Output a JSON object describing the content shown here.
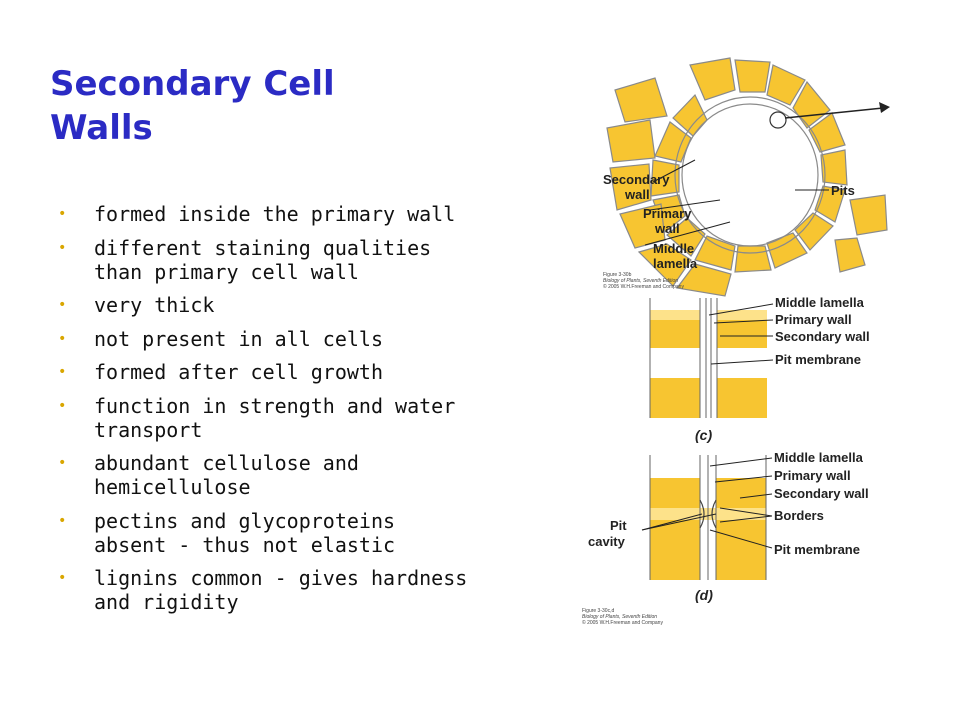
{
  "slide": {
    "title_line1": "Secondary Cell",
    "title_line2": "Walls",
    "bullets": [
      {
        "line1": "formed inside the primary wall"
      },
      {
        "line1": "different staining qualities",
        "line2": "than primary cell wall"
      },
      {
        "line1": "very thick"
      },
      {
        "line1": "not present in all cells"
      },
      {
        "line1": "formed after cell growth"
      },
      {
        "line1": "function in strength and water",
        "line2": "transport"
      },
      {
        "line1": "abundant cellulose and",
        "line2": "hemicellulose"
      },
      {
        "line1": "pectins and glycoproteins",
        "line2": "absent - thus not elastic"
      },
      {
        "line1": "lignins common - gives hardness",
        "line2": "and rigidity"
      }
    ],
    "bullet_glyph": "•",
    "colors": {
      "title": "#2b2bc4",
      "cell_fill": "#f7c531",
      "cell_fill_light": "#fde28a",
      "bullet": "#d9a600"
    }
  },
  "figure_top": {
    "labels": {
      "secondary_1": "Secondary",
      "secondary_2": "wall",
      "primary_1": "Primary",
      "primary_2": "wall",
      "middle_1": "Middle",
      "middle_2": "lamella",
      "pits": "Pits"
    },
    "caption1": "Figure 3-30b",
    "caption2": "Biology of Plants, Seventh Edition",
    "caption3": "© 2005 W.H.Freeman and Company"
  },
  "figure_c": {
    "panel": "(c)",
    "labels": {
      "middle_lamella": "Middle lamella",
      "primary_wall": "Primary wall",
      "secondary_wall": "Secondary wall",
      "pit_membrane": "Pit membrane"
    }
  },
  "figure_d": {
    "panel": "(d)",
    "labels": {
      "middle_lamella": "Middle lamella",
      "primary_wall": "Primary wall",
      "secondary_wall": "Secondary wall",
      "borders": "Borders",
      "pit_membrane": "Pit membrane",
      "pit_1": "Pit",
      "pit_2": "cavity"
    },
    "caption1": "Figure 3-30c,d",
    "caption2": "Biology of Plants, Seventh Edition",
    "caption3": "© 2005 W.H.Freeman and Company"
  }
}
